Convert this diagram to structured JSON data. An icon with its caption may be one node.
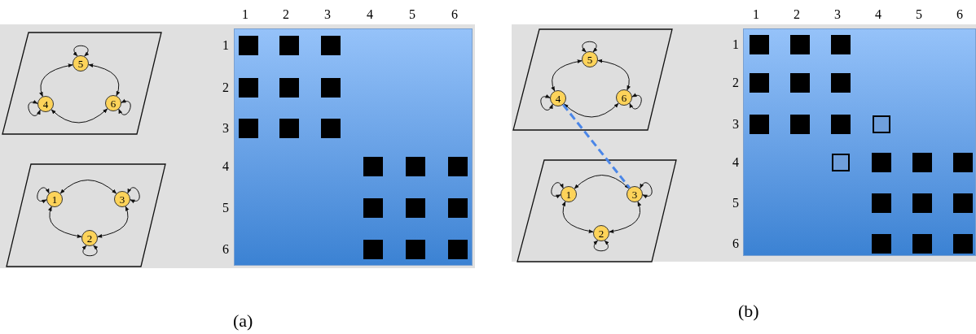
{
  "diagram": {
    "nodes": [
      {
        "text": [],
        "shape": "parallelogram"
      },
      {
        "text": [
          "5"
        ],
        "in": 0
      },
      {
        "text": [
          "4"
        ],
        "in": 0
      },
      {
        "text": [
          "6"
        ],
        "in": 0
      },
      {
        "text": [],
        "shape": "parallelogram"
      },
      {
        "text": [
          "1"
        ],
        "in": 4
      },
      {
        "text": [
          "3"
        ],
        "in": 4
      },
      {
        "text": [
          "2"
        ],
        "in": 4
      },
      {
        "text": [],
        "shape": "parallelogram"
      },
      {
        "text": [
          "5"
        ],
        "in": 8
      },
      {
        "text": [
          "4"
        ],
        "in": 8
      },
      {
        "text": [
          "6"
        ],
        "in": 8
      },
      {
        "text": [],
        "shape": "parallelogram"
      },
      {
        "text": [
          "1"
        ],
        "in": 12
      },
      {
        "text": [
          "3"
        ],
        "in": 12
      },
      {
        "text": [
          "2"
        ],
        "in": 12
      }
    ],
    "edges": [
      {
        "from": 1,
        "to": 1,
        "arrow": "both"
      },
      {
        "from": 2,
        "to": 2,
        "arrow": "both"
      },
      {
        "from": 3,
        "to": 3,
        "arrow": "both"
      },
      {
        "from": 1,
        "to": 2,
        "arrow": "both"
      },
      {
        "from": 1,
        "to": 3,
        "arrow": "both"
      },
      {
        "from": 2,
        "to": 3,
        "arrow": "both"
      },
      {
        "from": 5,
        "to": 5,
        "arrow": "both"
      },
      {
        "from": 6,
        "to": 6,
        "arrow": "both"
      },
      {
        "from": 7,
        "to": 7,
        "arrow": "both"
      },
      {
        "from": 5,
        "to": 6,
        "arrow": "both"
      },
      {
        "from": 5,
        "to": 7,
        "arrow": "both"
      },
      {
        "from": 6,
        "to": 7,
        "arrow": "both"
      },
      {
        "from": 9,
        "to": 9,
        "arrow": "both"
      },
      {
        "from": 10,
        "to": 10,
        "arrow": "both"
      },
      {
        "from": 11,
        "to": 11,
        "arrow": "both"
      },
      {
        "from": 9,
        "to": 10,
        "arrow": "both"
      },
      {
        "from": 9,
        "to": 11,
        "arrow": "both"
      },
      {
        "from": 10,
        "to": 11,
        "arrow": "both"
      },
      {
        "from": 13,
        "to": 13,
        "arrow": "both"
      },
      {
        "from": 14,
        "to": 14,
        "arrow": "both"
      },
      {
        "from": 15,
        "to": 15,
        "arrow": "both"
      },
      {
        "from": 13,
        "to": 14,
        "arrow": "both"
      },
      {
        "from": 13,
        "to": 15,
        "arrow": "both"
      },
      {
        "from": 14,
        "to": 15,
        "arrow": "both"
      },
      {
        "from": 10,
        "to": 14,
        "arrow": "none",
        "style": "dashed",
        "color": "#4a86e8"
      }
    ],
    "labels": [
      "1",
      "2",
      "3",
      "4",
      "5",
      "6",
      "1",
      "2",
      "3",
      "4",
      "5",
      "6",
      "1",
      "2",
      "3",
      "4",
      "5",
      "6",
      "1",
      "2",
      "3",
      "4",
      "5",
      "6",
      "(a)",
      "(b)"
    ]
  }
}
